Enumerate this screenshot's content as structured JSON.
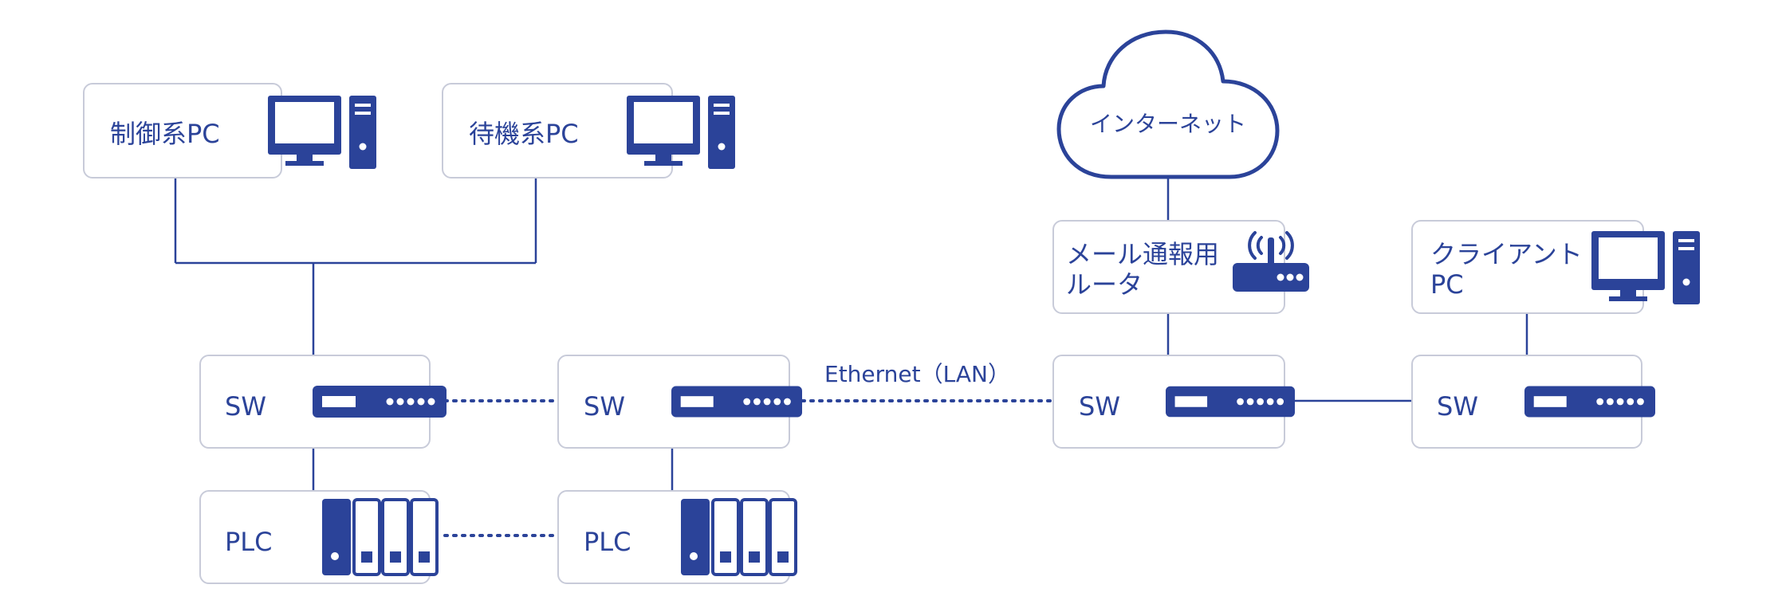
{
  "nodes": {
    "control_pc": {
      "label": "制御系PC",
      "icon": "desktop-pc-icon"
    },
    "standby_pc": {
      "label": "待機系PC",
      "icon": "desktop-pc-icon"
    },
    "sw1": {
      "label": "SW",
      "icon": "switch-icon"
    },
    "sw2": {
      "label": "SW",
      "icon": "switch-icon"
    },
    "sw3": {
      "label": "SW",
      "icon": "switch-icon"
    },
    "sw4": {
      "label": "SW",
      "icon": "switch-icon"
    },
    "plc1": {
      "label": "PLC",
      "icon": "plc-icon"
    },
    "plc2": {
      "label": "PLC",
      "icon": "plc-icon"
    },
    "router": {
      "label_line1": "メール通報用",
      "label_line2": "ルータ",
      "icon": "wifi-router-icon"
    },
    "client_pc": {
      "label_line1": "クライアント",
      "label_line2": "PC",
      "icon": "desktop-pc-icon"
    },
    "internet": {
      "label": "インターネット",
      "icon": "cloud-icon"
    }
  },
  "edges": {
    "ethernet_label": "Ethernet（LAN）"
  },
  "colors": {
    "accent": "#2b4399",
    "border": "#c8cbd9",
    "line": "#2b4399"
  }
}
